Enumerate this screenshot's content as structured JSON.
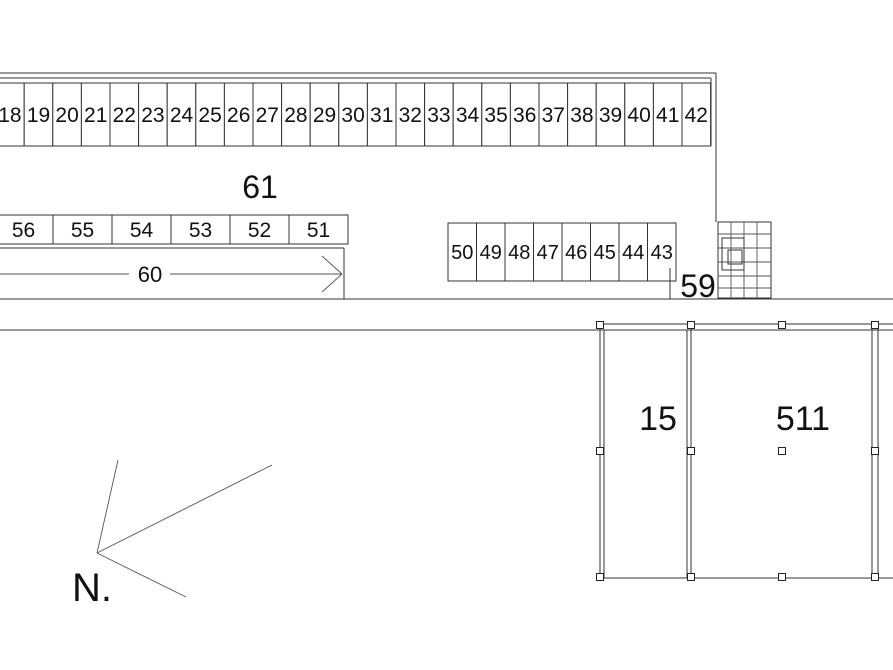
{
  "top_row_labels": [
    "18",
    "19",
    "20",
    "21",
    "22",
    "23",
    "24",
    "25",
    "26",
    "27",
    "28",
    "29",
    "30",
    "31",
    "32",
    "33",
    "34",
    "35",
    "36",
    "37",
    "38",
    "39",
    "40",
    "41",
    "42"
  ],
  "middle_row_labels": [
    "56",
    "55",
    "54",
    "53",
    "52",
    "51"
  ],
  "right_row_labels": [
    "50",
    "49",
    "48",
    "47",
    "46",
    "45",
    "44",
    "43"
  ],
  "areas": {
    "area_61": "61",
    "area_60": "60",
    "area_59": "59",
    "area_15": "15",
    "area_511": "511"
  },
  "compass": {
    "label": "N."
  },
  "colors": {
    "line": "#333333",
    "text": "#111111",
    "background": "#ffffff"
  }
}
